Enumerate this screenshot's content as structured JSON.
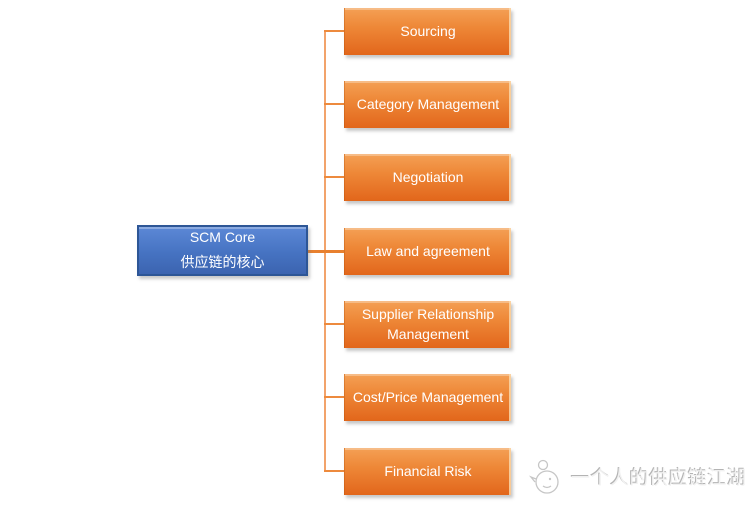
{
  "diagram": {
    "root": {
      "line1": "SCM Core",
      "line2": "供应链的核心"
    },
    "nodes": [
      {
        "label": "Sourcing"
      },
      {
        "label": "Category Management"
      },
      {
        "label": "Negotiation"
      },
      {
        "label": "Law and agreement"
      },
      {
        "label": "Supplier Relationship Management"
      },
      {
        "label": "Cost/Price Management"
      },
      {
        "label": "Financial Risk"
      }
    ]
  },
  "watermark": {
    "text": "一个人的供应链江湖",
    "icon": "chick-doodle-icon"
  },
  "colors": {
    "root_blue": "#4472C4",
    "root_border": "#2D5696",
    "node_orange": "#ED7D31",
    "node_orange_dark": "#E2661B",
    "connector": "#ED8A3D",
    "watermark_gray": "#BFBFBF"
  }
}
